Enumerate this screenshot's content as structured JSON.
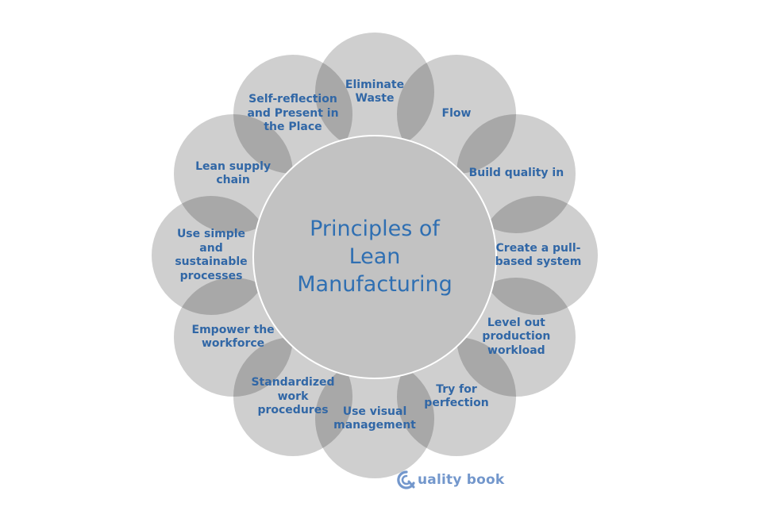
{
  "title": "Principles of\nLean\nManufacturing",
  "colors": {
    "petal_fill": "#cfcfcf",
    "center_fill": "#c2c2c2",
    "text": "#3167a6",
    "title_text": "#2f6fb2",
    "watermark": "#5b86c4"
  },
  "principles": [
    "Eliminate\nWaste",
    "Flow",
    "Build quality in",
    "Create a pull-\nbased system",
    "Level out\nproduction\nworkload",
    "Try for\nperfection",
    "Use visual\nmanagement",
    "Standardized\nwork\nprocedures",
    "Empower the\nworkforce",
    "Use simple\nand\nsustainable\nprocesses",
    "Lean supply\nchain",
    "Self-reflection\nand Present in\nthe Place"
  ],
  "watermark": {
    "text": "uality book",
    "icon": "q-logo-icon"
  }
}
